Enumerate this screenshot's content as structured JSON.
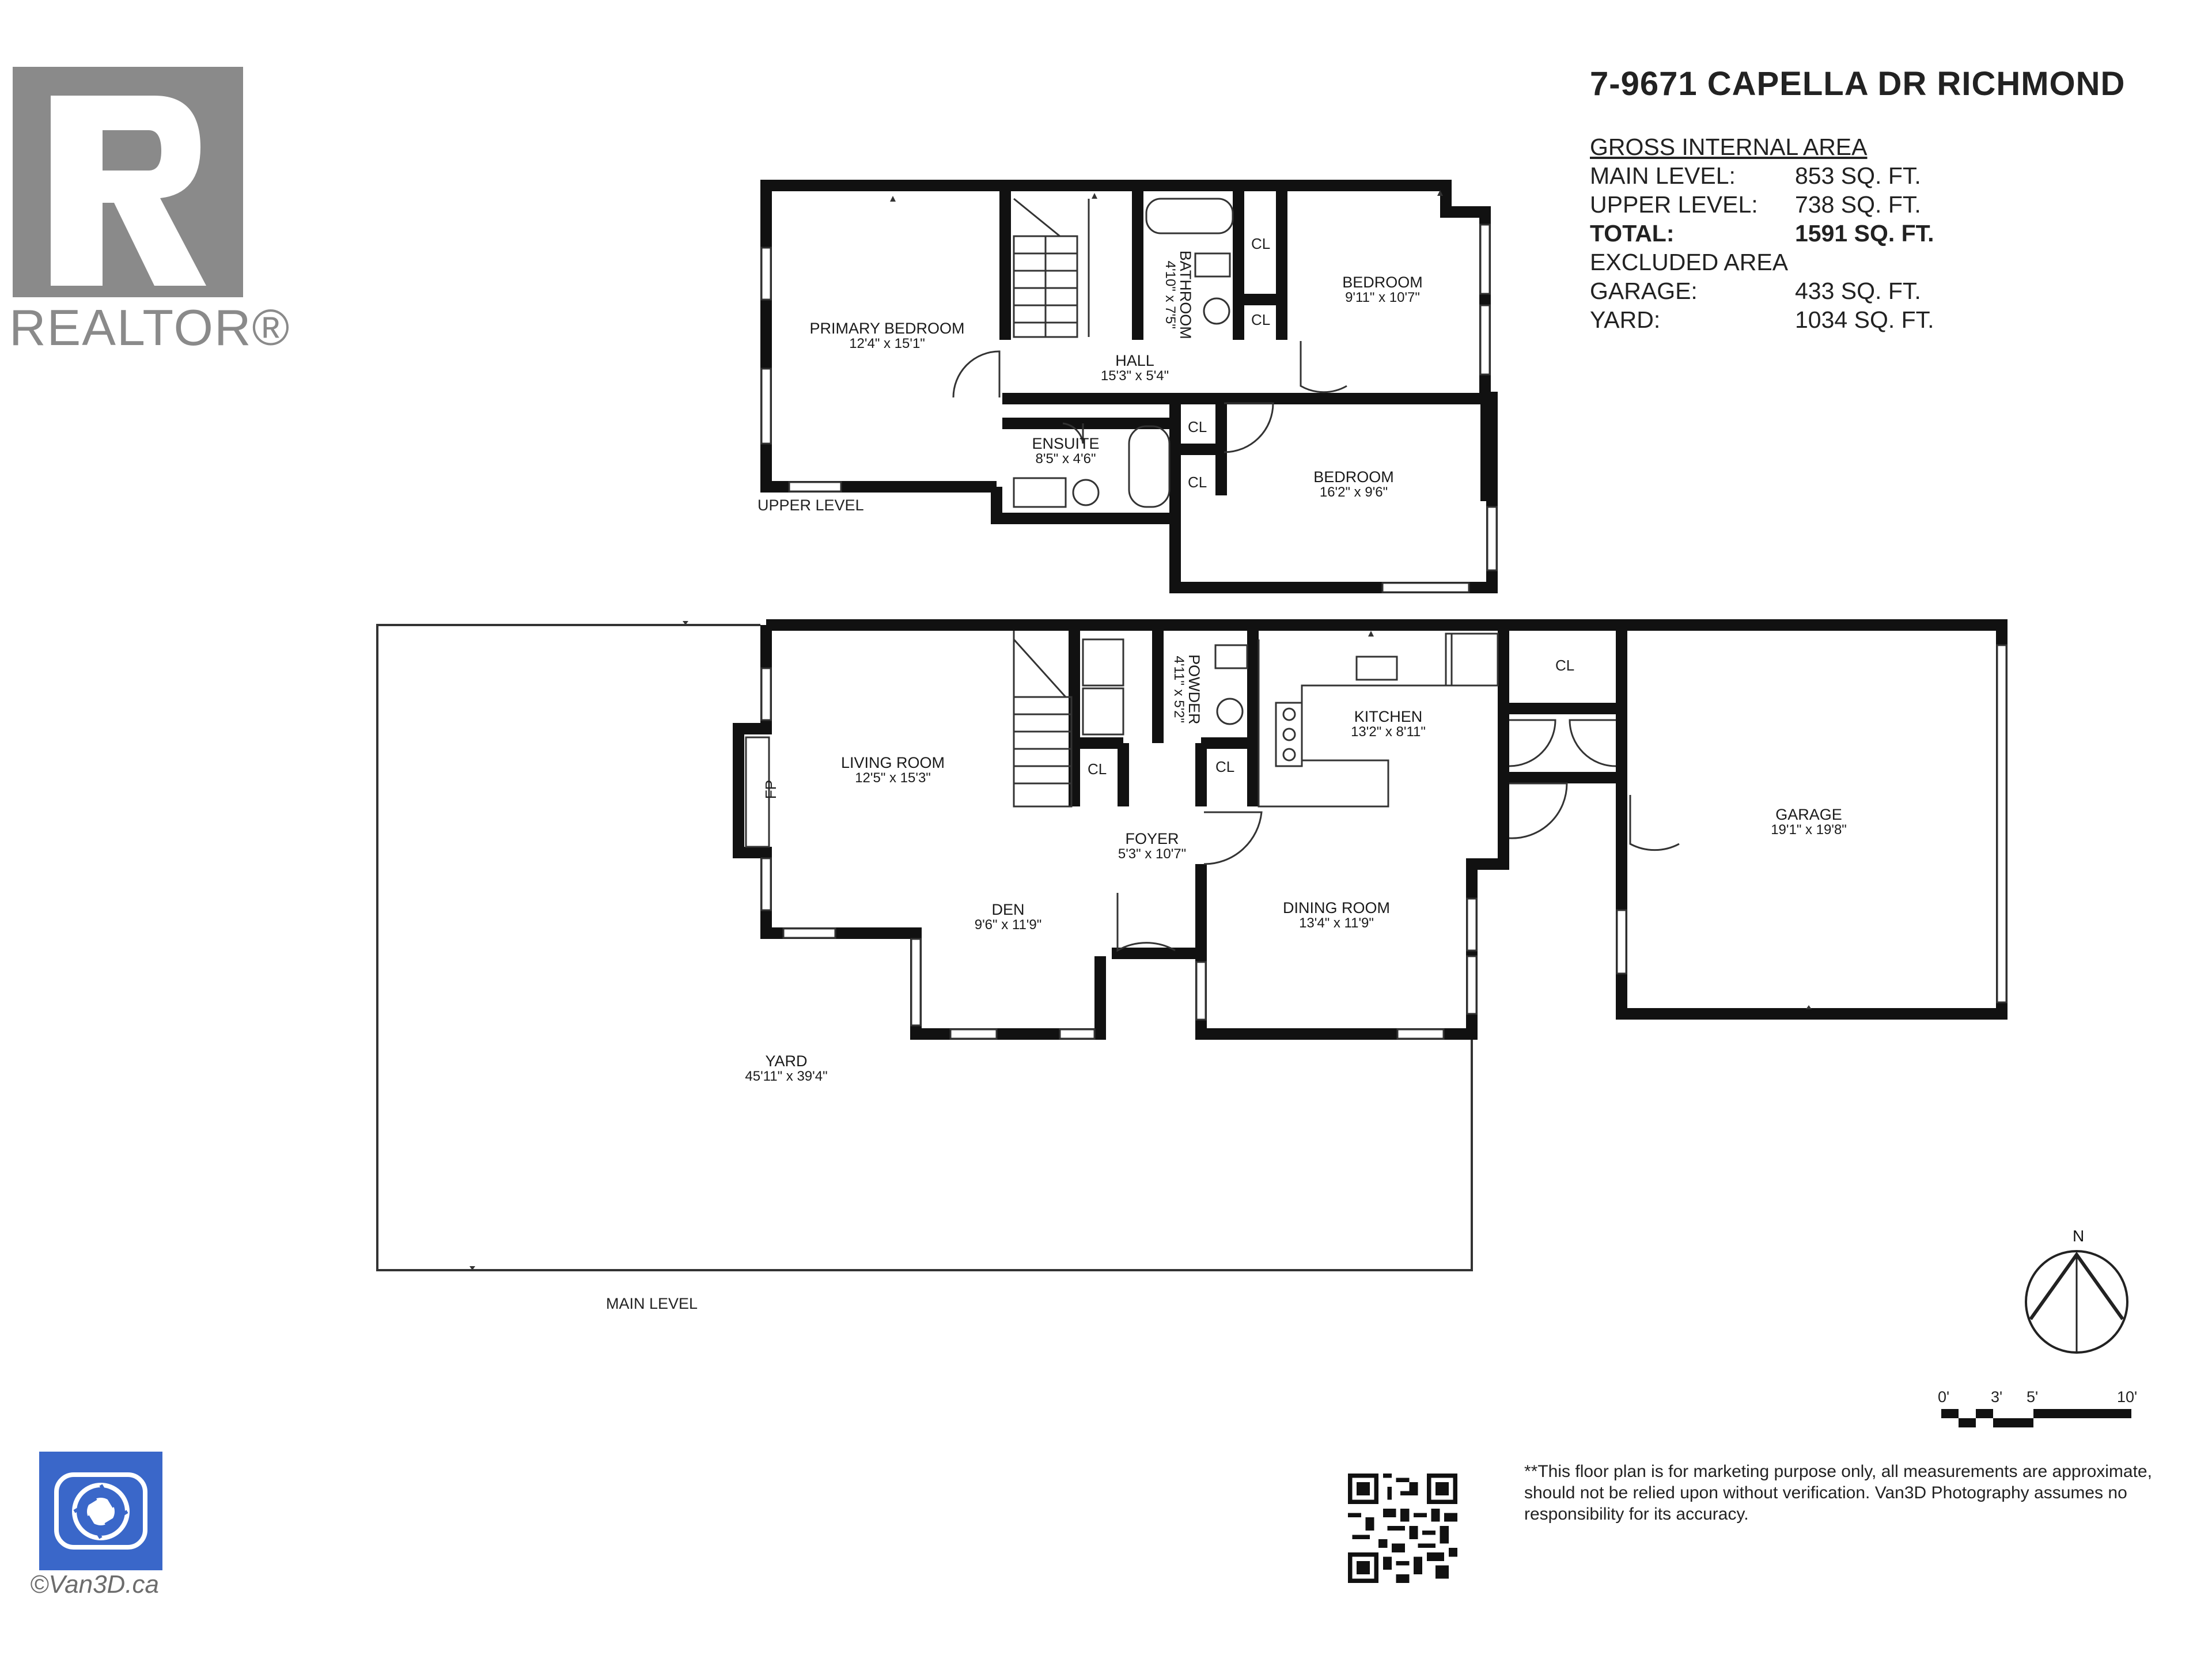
{
  "header": {
    "address": "7-9671 CAPELLA DR RICHMOND"
  },
  "area": {
    "heading": "GROSS INTERNAL AREA",
    "rows": [
      {
        "label": "MAIN LEVEL:",
        "value": "853 SQ. FT.",
        "bold": false
      },
      {
        "label": "UPPER LEVEL:",
        "value": "738 SQ. FT.",
        "bold": false
      },
      {
        "label": "TOTAL:",
        "value": "1591 SQ. FT.",
        "bold": true
      }
    ],
    "excluded_heading": "EXCLUDED AREA",
    "excluded_rows": [
      {
        "label": "GARAGE:",
        "value": "433 SQ. FT."
      },
      {
        "label": "YARD:",
        "value": "1034 SQ. FT."
      }
    ]
  },
  "logos": {
    "realtor_text": "REALTOR®",
    "van3d_text": "©Van3D.ca"
  },
  "levels": {
    "upper": "UPPER LEVEL",
    "main": "MAIN LEVEL"
  },
  "rooms": {
    "primary_bedroom": {
      "name": "PRIMARY BEDROOM",
      "dim": "12'4\" x 15'1\""
    },
    "hall": {
      "name": "HALL",
      "dim": "15'3\" x 5'4\""
    },
    "bathroom": {
      "name": "BATHROOM",
      "dim": "4'10\" x 7'5\""
    },
    "bedroom_1": {
      "name": "BEDROOM",
      "dim": "9'11\" x 10'7\""
    },
    "ensuite": {
      "name": "ENSUITE",
      "dim": "8'5\" x 4'6\""
    },
    "bedroom_2": {
      "name": "BEDROOM",
      "dim": "16'2\" x 9'6\""
    },
    "living_room": {
      "name": "LIVING ROOM",
      "dim": "12'5\" x 15'3\""
    },
    "powder": {
      "name": "POWDER",
      "dim": "4'11\" x 5'2\""
    },
    "kitchen": {
      "name": "KITCHEN",
      "dim": "13'2\" x 8'11\""
    },
    "foyer": {
      "name": "FOYER",
      "dim": "5'3\" x 10'7\""
    },
    "den": {
      "name": "DEN",
      "dim": "9'6\" x 11'9\""
    },
    "dining_room": {
      "name": "DINING ROOM",
      "dim": "13'4\" x 11'9\""
    },
    "garage": {
      "name": "GARAGE",
      "dim": "19'1\" x 19'8\""
    },
    "yard": {
      "name": "YARD",
      "dim": "45'11\" x 39'4\""
    }
  },
  "closet_label": "CL",
  "fireplace_label": "FP",
  "compass_label": "N",
  "scale_labels": [
    "0'",
    "3'",
    "5'",
    "10'"
  ],
  "disclaimer": "**This floor plan is for marketing purpose only, all measurements are approximate, should not be relied upon without verification. Van3D Photography assumes no responsibility for its accuracy.",
  "colors": {
    "wall": "#111111",
    "realtor_grey": "#8a8a8a",
    "van3d_blue": "#3a67c9"
  }
}
